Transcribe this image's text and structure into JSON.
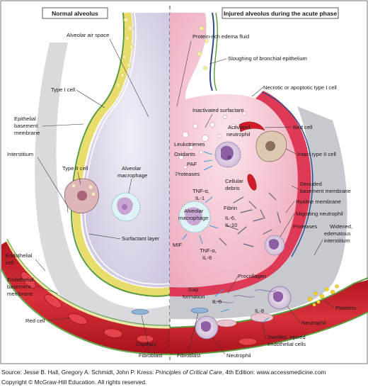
{
  "headers": {
    "left": "Normal alveolus",
    "right": "Injured alveolus during the acute phase"
  },
  "left_labels": {
    "alveolar_air_space": "Alveolar air space",
    "type1_cell": "Type I cell",
    "epithelial_bm_1": "Epithelial",
    "epithelial_bm_2": "basement",
    "epithelial_bm_3": "membrane",
    "interstitium": "Interstitium",
    "type2_cell": "Type II cell",
    "alveolar_macrophage_1": "Alveolar",
    "alveolar_macrophage_2": "macrophage",
    "surfactant_layer": "Surfactant layer",
    "endothelial_cell_1": "Endothelial",
    "endothelial_cell_2": "cell",
    "endothelial_bm_1": "Endothelial",
    "endothelial_bm_2": "basement",
    "endothelial_bm_3": "membrane",
    "red_cell": "Red cell",
    "capillary": "Capillary",
    "fibroblast": "Fibroblast"
  },
  "right_labels": {
    "protein_edema": "Protein-rich edema fluid",
    "sloughing": "Sloughing of bronchial epithelium",
    "necrotic_type1": "Necrotic or apoptotic type I cell",
    "inactivated_surfactant": "Inactivated surfactant",
    "activated_neutrophil_1": "Activated",
    "activated_neutrophil_2": "neutrophil",
    "red_cell": "Red cell",
    "leukotrienes": "Leukotrienes",
    "oxidants": "Oxidants",
    "paf": "PAF",
    "proteases_a": "Proteases",
    "intact_type2": "Intact type II cell",
    "cellular_debris_1": "Cellular",
    "cellular_debris_2": "debris",
    "tnf_il1_1": "TNF-α,",
    "tnf_il1_2": "IL-1",
    "denuded_bm_1": "Denuded",
    "denuded_bm_2": "basement membrane",
    "alveolar_macrophage_1": "Alveolar",
    "alveolar_macrophage_2": "macrophage",
    "hyaline_membrane": "Hyaline membrane",
    "fibrin": "Fibrin",
    "il6_il10_1": "IL-6,",
    "il6_il10_2": "IL-10",
    "migrating_neutrophil": "Migrating neutrophil",
    "proteases_b": "Proteases",
    "mif": "MIF",
    "tnf_il8_1": "TNF-α,",
    "tnf_il8_2": "IL-8",
    "widened_1": "Widened,",
    "widened_2": "edematous",
    "widened_3": "interstitium",
    "procollagen": "Procollagen",
    "gap_formation_1": "Gap",
    "gap_formation_2": "formation",
    "il8_a": "IL-8",
    "il8_b": "IL-8",
    "platelets": "Platelets",
    "neutrophil_a": "Neutrophil",
    "swollen_1": "Swollen, injured",
    "swollen_2": "endothelial cells",
    "fibroblast": "Fibroblast",
    "neutrophil_b": "Neutrophil"
  },
  "footer": {
    "source_prefix": "Source: Jesse B. Hall, Gregory A. Schmidt, John P. Kress: ",
    "source_title": "Principles of Critical Care",
    "source_suffix": ", 4th Edition: www.accessmedicine.com",
    "copyright": "Copyright © McGraw-Hill Education. All rights reserved."
  },
  "colors": {
    "capillary_red": "#c8202c",
    "membrane_green": "#5a9a3c",
    "type1_yellow": "#f2eb8c",
    "air_lavender": "#ddd6ea",
    "injured_pink": "#f3bfcc",
    "hyaline_red": "#de3a55",
    "interstitium_gray": "#bdbdc4"
  }
}
